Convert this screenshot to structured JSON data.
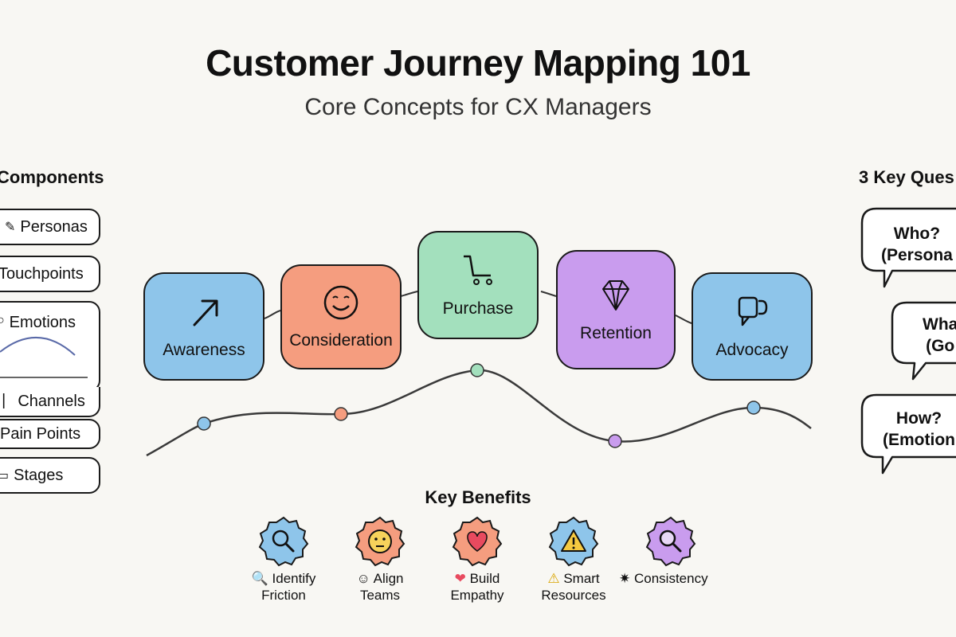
{
  "title": "Customer Journey Mapping 101",
  "subtitle": "Core Concepts for CX Managers",
  "components": {
    "heading": "Components",
    "items": [
      {
        "label": "Personas",
        "glyph": "✎"
      },
      {
        "label": "Touchpoints",
        "glyph": ""
      },
      {
        "label": "Emotions",
        "glyph": "○"
      },
      {
        "label": "Channels",
        "glyph": "▏"
      },
      {
        "label": "Pain Points",
        "glyph": ""
      },
      {
        "label": "Stages",
        "glyph": "▭"
      }
    ]
  },
  "stages": [
    {
      "label": "Awareness",
      "color": "#8ec5ea",
      "icon": "arrow-up-right-icon"
    },
    {
      "label": "Consideration",
      "color": "#f59d7f",
      "icon": "smiley-face-icon"
    },
    {
      "label": "Purchase",
      "color": "#a3e0bd",
      "icon": "shopping-cart-icon"
    },
    {
      "label": "Retention",
      "color": "#c99cee",
      "icon": "diamond-icon"
    },
    {
      "label": "Advocacy",
      "color": "#8ec5ea",
      "icon": "speech-bubbles-icon"
    }
  ],
  "questions": {
    "heading": "3 Key Ques",
    "items": [
      {
        "line1": "Who?",
        "line2": "(Persona"
      },
      {
        "line1": "Wha",
        "line2": "(Go"
      },
      {
        "line1": "How?",
        "line2": "(Emotion"
      }
    ]
  },
  "benefits": {
    "heading": "Key Benefits",
    "items": [
      {
        "line1": "Identify",
        "line2": "Friction",
        "glyph": "🔍",
        "color": "#8ec5ea",
        "icon": "magnifier-icon"
      },
      {
        "line1": "Align",
        "line2": "Teams",
        "glyph": "☺",
        "color": "#f59d7f",
        "icon": "face-icon"
      },
      {
        "line1": "Build",
        "line2": "Empathy",
        "glyph": "❤",
        "color": "#f59d7f",
        "icon": "heart-icon"
      },
      {
        "line1": "Smart",
        "line2": "Resources",
        "glyph": "⚠",
        "color": "#8ec5ea",
        "icon": "warning-icon"
      },
      {
        "line1": "Consistency",
        "line2": "",
        "glyph": "✷",
        "color": "#c99cee",
        "icon": "magnifier-icon"
      }
    ]
  },
  "colors": {
    "blue": "#8ec5ea",
    "orange": "#f59d7f",
    "green": "#a3e0bd",
    "purple": "#c99cee",
    "curve": "#3a3a3a"
  }
}
